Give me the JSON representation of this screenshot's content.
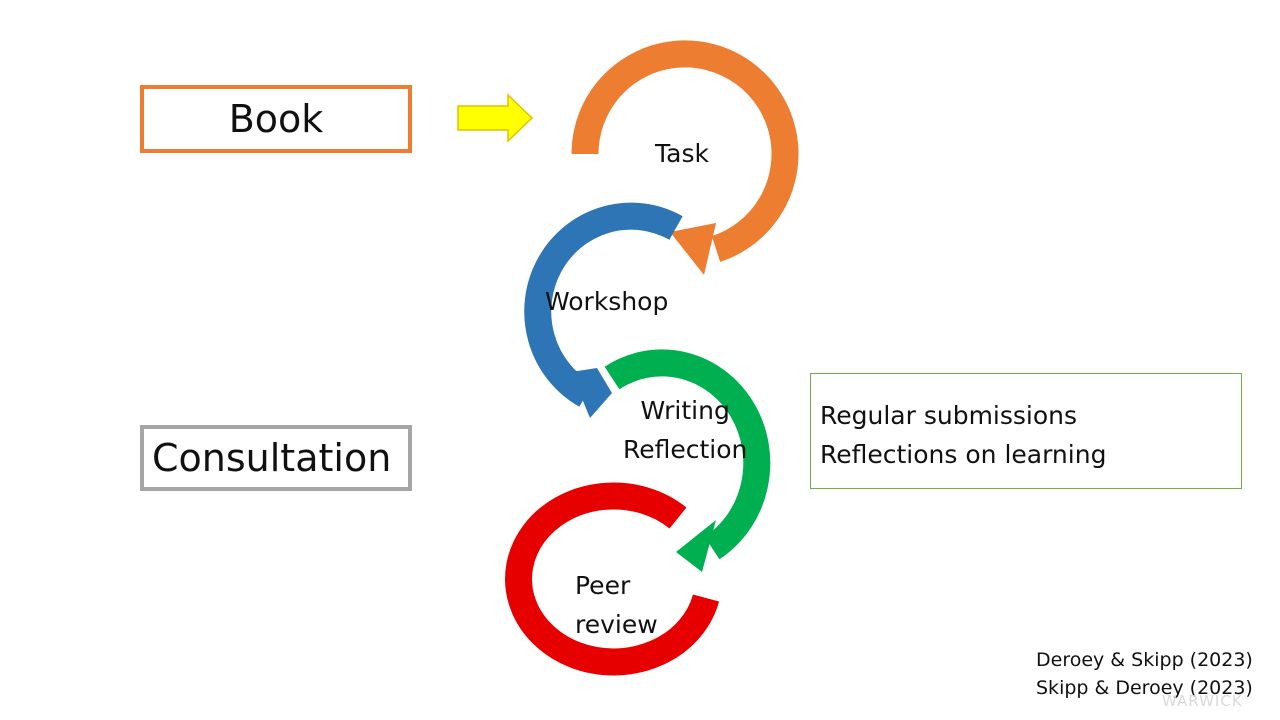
{
  "book": {
    "label": "Book"
  },
  "consultation": {
    "label": "Consultation"
  },
  "cycle": {
    "task": "Task",
    "workshop": "Workshop",
    "writing_reflection": [
      "Writing",
      "Reflection"
    ],
    "peer_review": [
      "Peer",
      "review"
    ]
  },
  "note": {
    "lines": [
      "Regular submissions",
      "Reflections on learning"
    ]
  },
  "references": [
    "Deroey & Skipp (2023)",
    "Skipp & Deroey (2023)"
  ],
  "watermark": "WARWICK",
  "colors": {
    "orange": "#ED7D31",
    "blue": "#2E75B6",
    "green": "#00B050",
    "red": "#E60000",
    "yellow": "#FFFF00",
    "grey": "#A6A6A6",
    "note_border": "#70AD47"
  },
  "icons": [
    "right-arrow-icon"
  ]
}
